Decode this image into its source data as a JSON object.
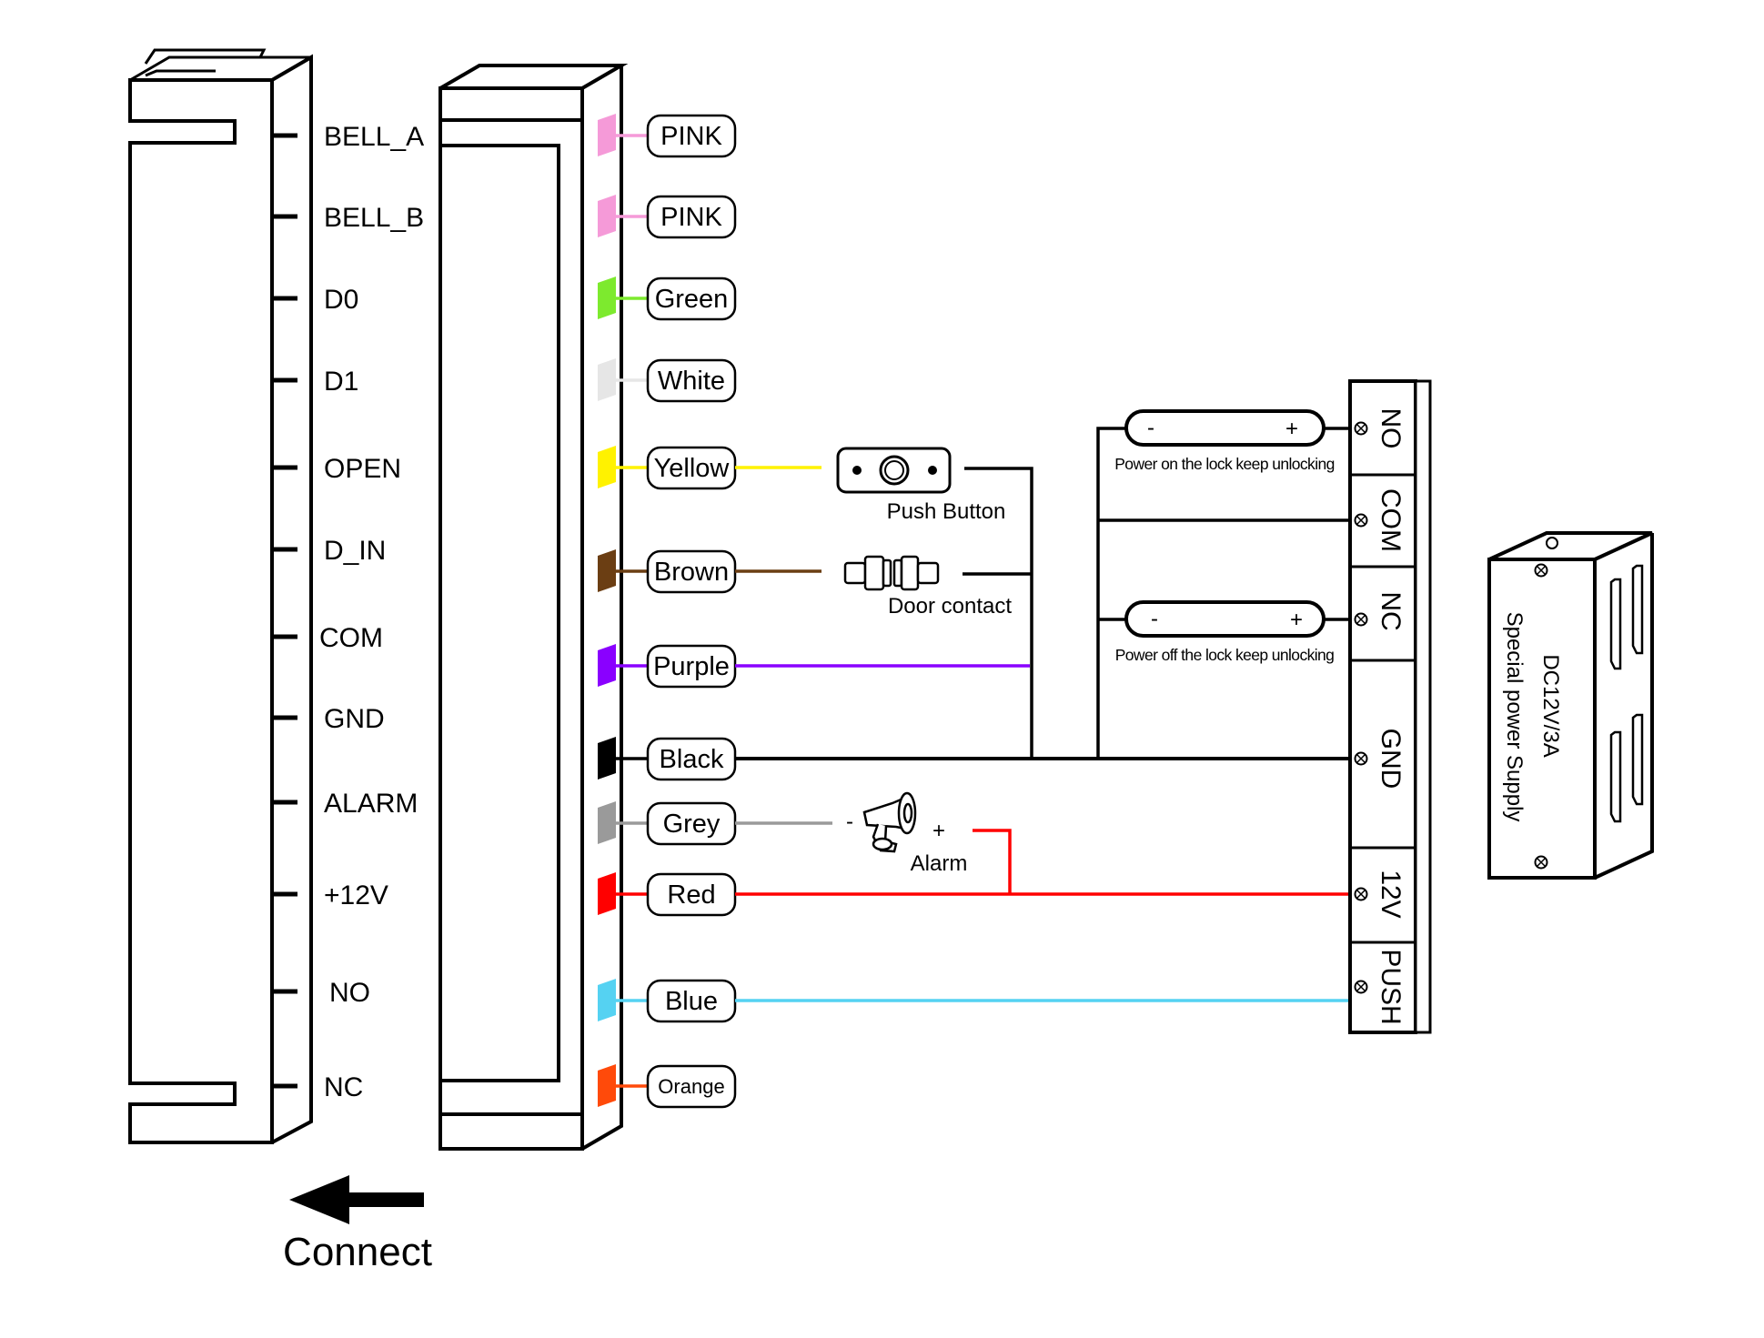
{
  "reader_pins": [
    "BELL_A",
    "BELL_B",
    "D0",
    "D1",
    "OPEN",
    "D_IN",
    "COM",
    "GND",
    "ALARM",
    "+12V",
    "NO",
    "NC"
  ],
  "wires": [
    {
      "label": "PINK",
      "color": "#f59ad8"
    },
    {
      "label": "PINK",
      "color": "#f59ad8"
    },
    {
      "label": "Green",
      "color": "#7dea2e"
    },
    {
      "label": "White",
      "color": "#e6e6e6"
    },
    {
      "label": "Yellow",
      "color": "#fff200"
    },
    {
      "label": "Brown",
      "color": "#6b3e13"
    },
    {
      "label": "Purple",
      "color": "#8a00ff"
    },
    {
      "label": "Black",
      "color": "#000000"
    },
    {
      "label": "Grey",
      "color": "#9a9a9a"
    },
    {
      "label": "Red",
      "color": "#ff0000"
    },
    {
      "label": "Blue",
      "color": "#55d2f2"
    },
    {
      "label": "Orange",
      "color": "#ff4a0a"
    }
  ],
  "devices": {
    "push_button": "Push Button",
    "door_contact": "Door contact",
    "alarm": "Alarm",
    "alarm_minus": "-",
    "alarm_plus": "+"
  },
  "locks": {
    "power_on": {
      "minus": "-",
      "plus": "+",
      "caption": "Power on the lock keep unlocking"
    },
    "power_off": {
      "minus": "-",
      "plus": "+",
      "caption": "Power off the lock keep unlocking"
    }
  },
  "terminals": [
    "NO",
    "COM",
    "NC",
    "GND",
    "12V",
    "PUSH"
  ],
  "power_supply": {
    "line1": "DC12V/3A",
    "line2": "Special power Supply"
  },
  "connect_label": "Connect"
}
